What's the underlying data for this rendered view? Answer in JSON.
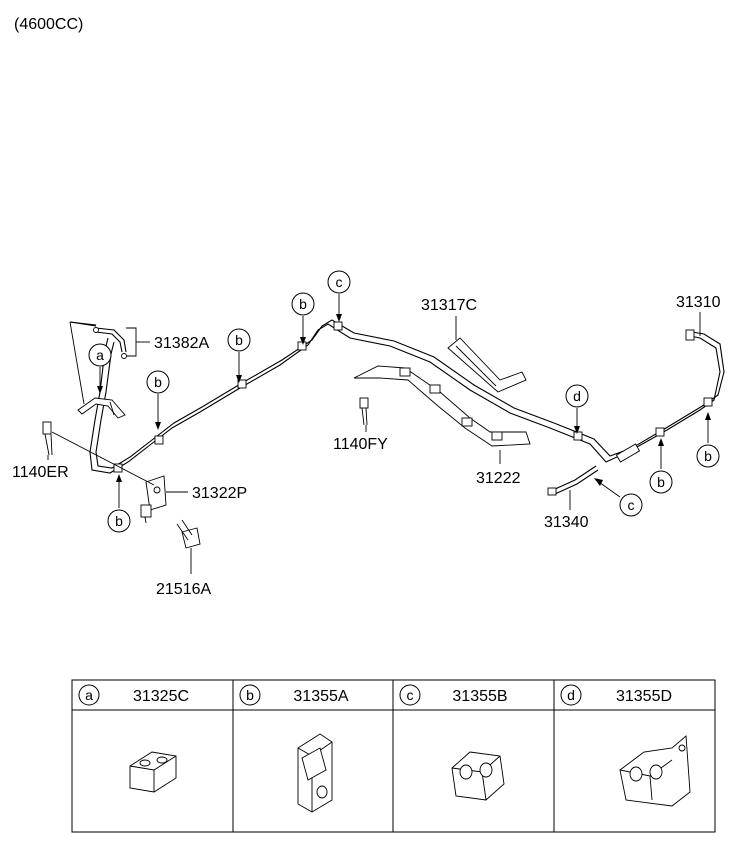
{
  "header": {
    "engine_note": "(4600CC)"
  },
  "labels": {
    "p31382A": "31382A",
    "p1140ER": "1140ER",
    "p31322P": "31322P",
    "p21516A": "21516A",
    "p31317C": "31317C",
    "p1140FY": "1140FY",
    "p31222": "31222",
    "p31310": "31310",
    "p31340": "31340"
  },
  "callouts": {
    "a": "a",
    "b": "b",
    "c": "c",
    "d": "d"
  },
  "legend": [
    {
      "letter": "a",
      "part": "31325C"
    },
    {
      "letter": "b",
      "part": "31355A"
    },
    {
      "letter": "c",
      "part": "31355B"
    },
    {
      "letter": "d",
      "part": "31355D"
    }
  ]
}
